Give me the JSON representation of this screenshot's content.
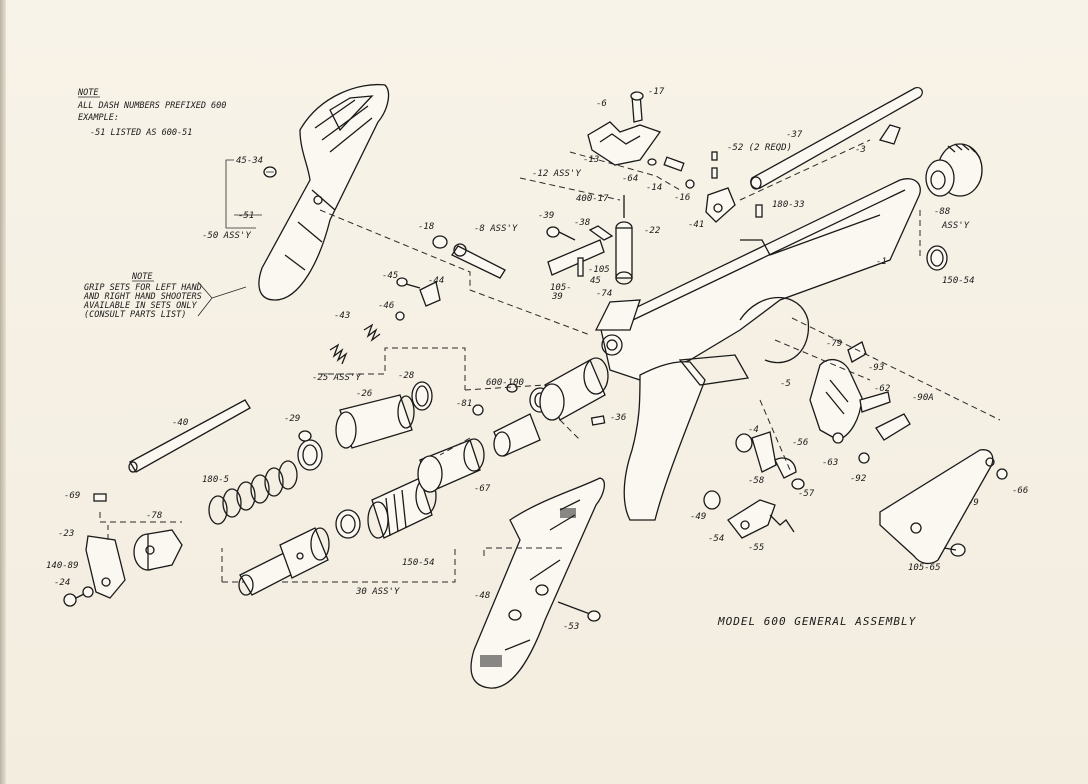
{
  "title": "MODEL 600  GENERAL ASSEMBLY",
  "notes": {
    "top_heading": "NOTE",
    "top_lines": [
      "ALL DASH NUMBERS PREFIXED 600",
      "EXAMPLE:",
      "-51 LISTED AS 600-51"
    ],
    "grip_heading": "NOTE",
    "grip_lines": [
      "GRIP SETS FOR LEFT HAND",
      "AND RIGHT HAND SHOOTERS",
      "AVAILABLE IN SETS ONLY",
      "(CONSULT PARTS LIST)"
    ]
  },
  "part_labels": [
    {
      "id": "p6",
      "text": "-6"
    },
    {
      "id": "p17",
      "text": "-17"
    },
    {
      "id": "p37",
      "text": "-37"
    },
    {
      "id": "p52",
      "text": "-52 (2 REQD)"
    },
    {
      "id": "p3",
      "text": "-3"
    },
    {
      "id": "p13",
      "text": "-13"
    },
    {
      "id": "p12",
      "text": "-12 ASS'Y"
    },
    {
      "id": "p64",
      "text": "-64"
    },
    {
      "id": "p14",
      "text": "-14"
    },
    {
      "id": "p16",
      "text": "-16"
    },
    {
      "id": "p400",
      "text": "400-17"
    },
    {
      "id": "p41",
      "text": "-41"
    },
    {
      "id": "p180_33",
      "text": "180-33"
    },
    {
      "id": "p88",
      "text": "-88"
    },
    {
      "id": "p88b",
      "text": "ASS'Y"
    },
    {
      "id": "p45_34",
      "text": "45-34"
    },
    {
      "id": "p51",
      "text": "-51"
    },
    {
      "id": "p50",
      "text": "-50 ASS'Y"
    },
    {
      "id": "p18",
      "text": "-18"
    },
    {
      "id": "p8",
      "text": "-8 ASS'Y"
    },
    {
      "id": "p39",
      "text": "-39"
    },
    {
      "id": "p38",
      "text": "-38"
    },
    {
      "id": "p22",
      "text": "-22"
    },
    {
      "id": "p105a",
      "text": "-105"
    },
    {
      "id": "p45b",
      "text": "45"
    },
    {
      "id": "p105b",
      "text": "105-"
    },
    {
      "id": "p39b",
      "text": "39"
    },
    {
      "id": "p74",
      "text": "-74"
    },
    {
      "id": "p1",
      "text": "-1"
    },
    {
      "id": "p150a",
      "text": "150-54"
    },
    {
      "id": "p45",
      "text": "-45"
    },
    {
      "id": "p44",
      "text": "-44"
    },
    {
      "id": "p46",
      "text": "-46"
    },
    {
      "id": "p43",
      "text": "-43"
    },
    {
      "id": "p25",
      "text": "-25 ASS'Y"
    },
    {
      "id": "p26",
      "text": "-26"
    },
    {
      "id": "p28",
      "text": "-28"
    },
    {
      "id": "p600",
      "text": "600-100"
    },
    {
      "id": "p79",
      "text": "-79"
    },
    {
      "id": "p93",
      "text": "-93"
    },
    {
      "id": "p5",
      "text": "-5"
    },
    {
      "id": "p62",
      "text": "-62"
    },
    {
      "id": "p90a",
      "text": "-90A"
    },
    {
      "id": "p40",
      "text": "-40"
    },
    {
      "id": "p29",
      "text": "-29"
    },
    {
      "id": "p81",
      "text": "-81"
    },
    {
      "id": "p36",
      "text": "-36"
    },
    {
      "id": "p4",
      "text": "-4"
    },
    {
      "id": "p56",
      "text": "-56"
    },
    {
      "id": "p63",
      "text": "-63"
    },
    {
      "id": "p92",
      "text": "-92"
    },
    {
      "id": "p180_5",
      "text": "180-5"
    },
    {
      "id": "p67",
      "text": "-67"
    },
    {
      "id": "p58",
      "text": "-58"
    },
    {
      "id": "p57",
      "text": "-57"
    },
    {
      "id": "p66",
      "text": "-66"
    },
    {
      "id": "p69",
      "text": "-69"
    },
    {
      "id": "p78",
      "text": "-78"
    },
    {
      "id": "p9",
      "text": "-9"
    },
    {
      "id": "p49",
      "text": "-49"
    },
    {
      "id": "p23",
      "text": "-23"
    },
    {
      "id": "p54",
      "text": "-54"
    },
    {
      "id": "p55",
      "text": "-55"
    },
    {
      "id": "p140",
      "text": "140-89"
    },
    {
      "id": "p24",
      "text": "-24"
    },
    {
      "id": "p150b",
      "text": "150-54"
    },
    {
      "id": "p105_65",
      "text": "105-65"
    },
    {
      "id": "p30",
      "text": "30 ASS'Y"
    },
    {
      "id": "p48",
      "text": "-48"
    },
    {
      "id": "p53",
      "text": "-53"
    }
  ]
}
